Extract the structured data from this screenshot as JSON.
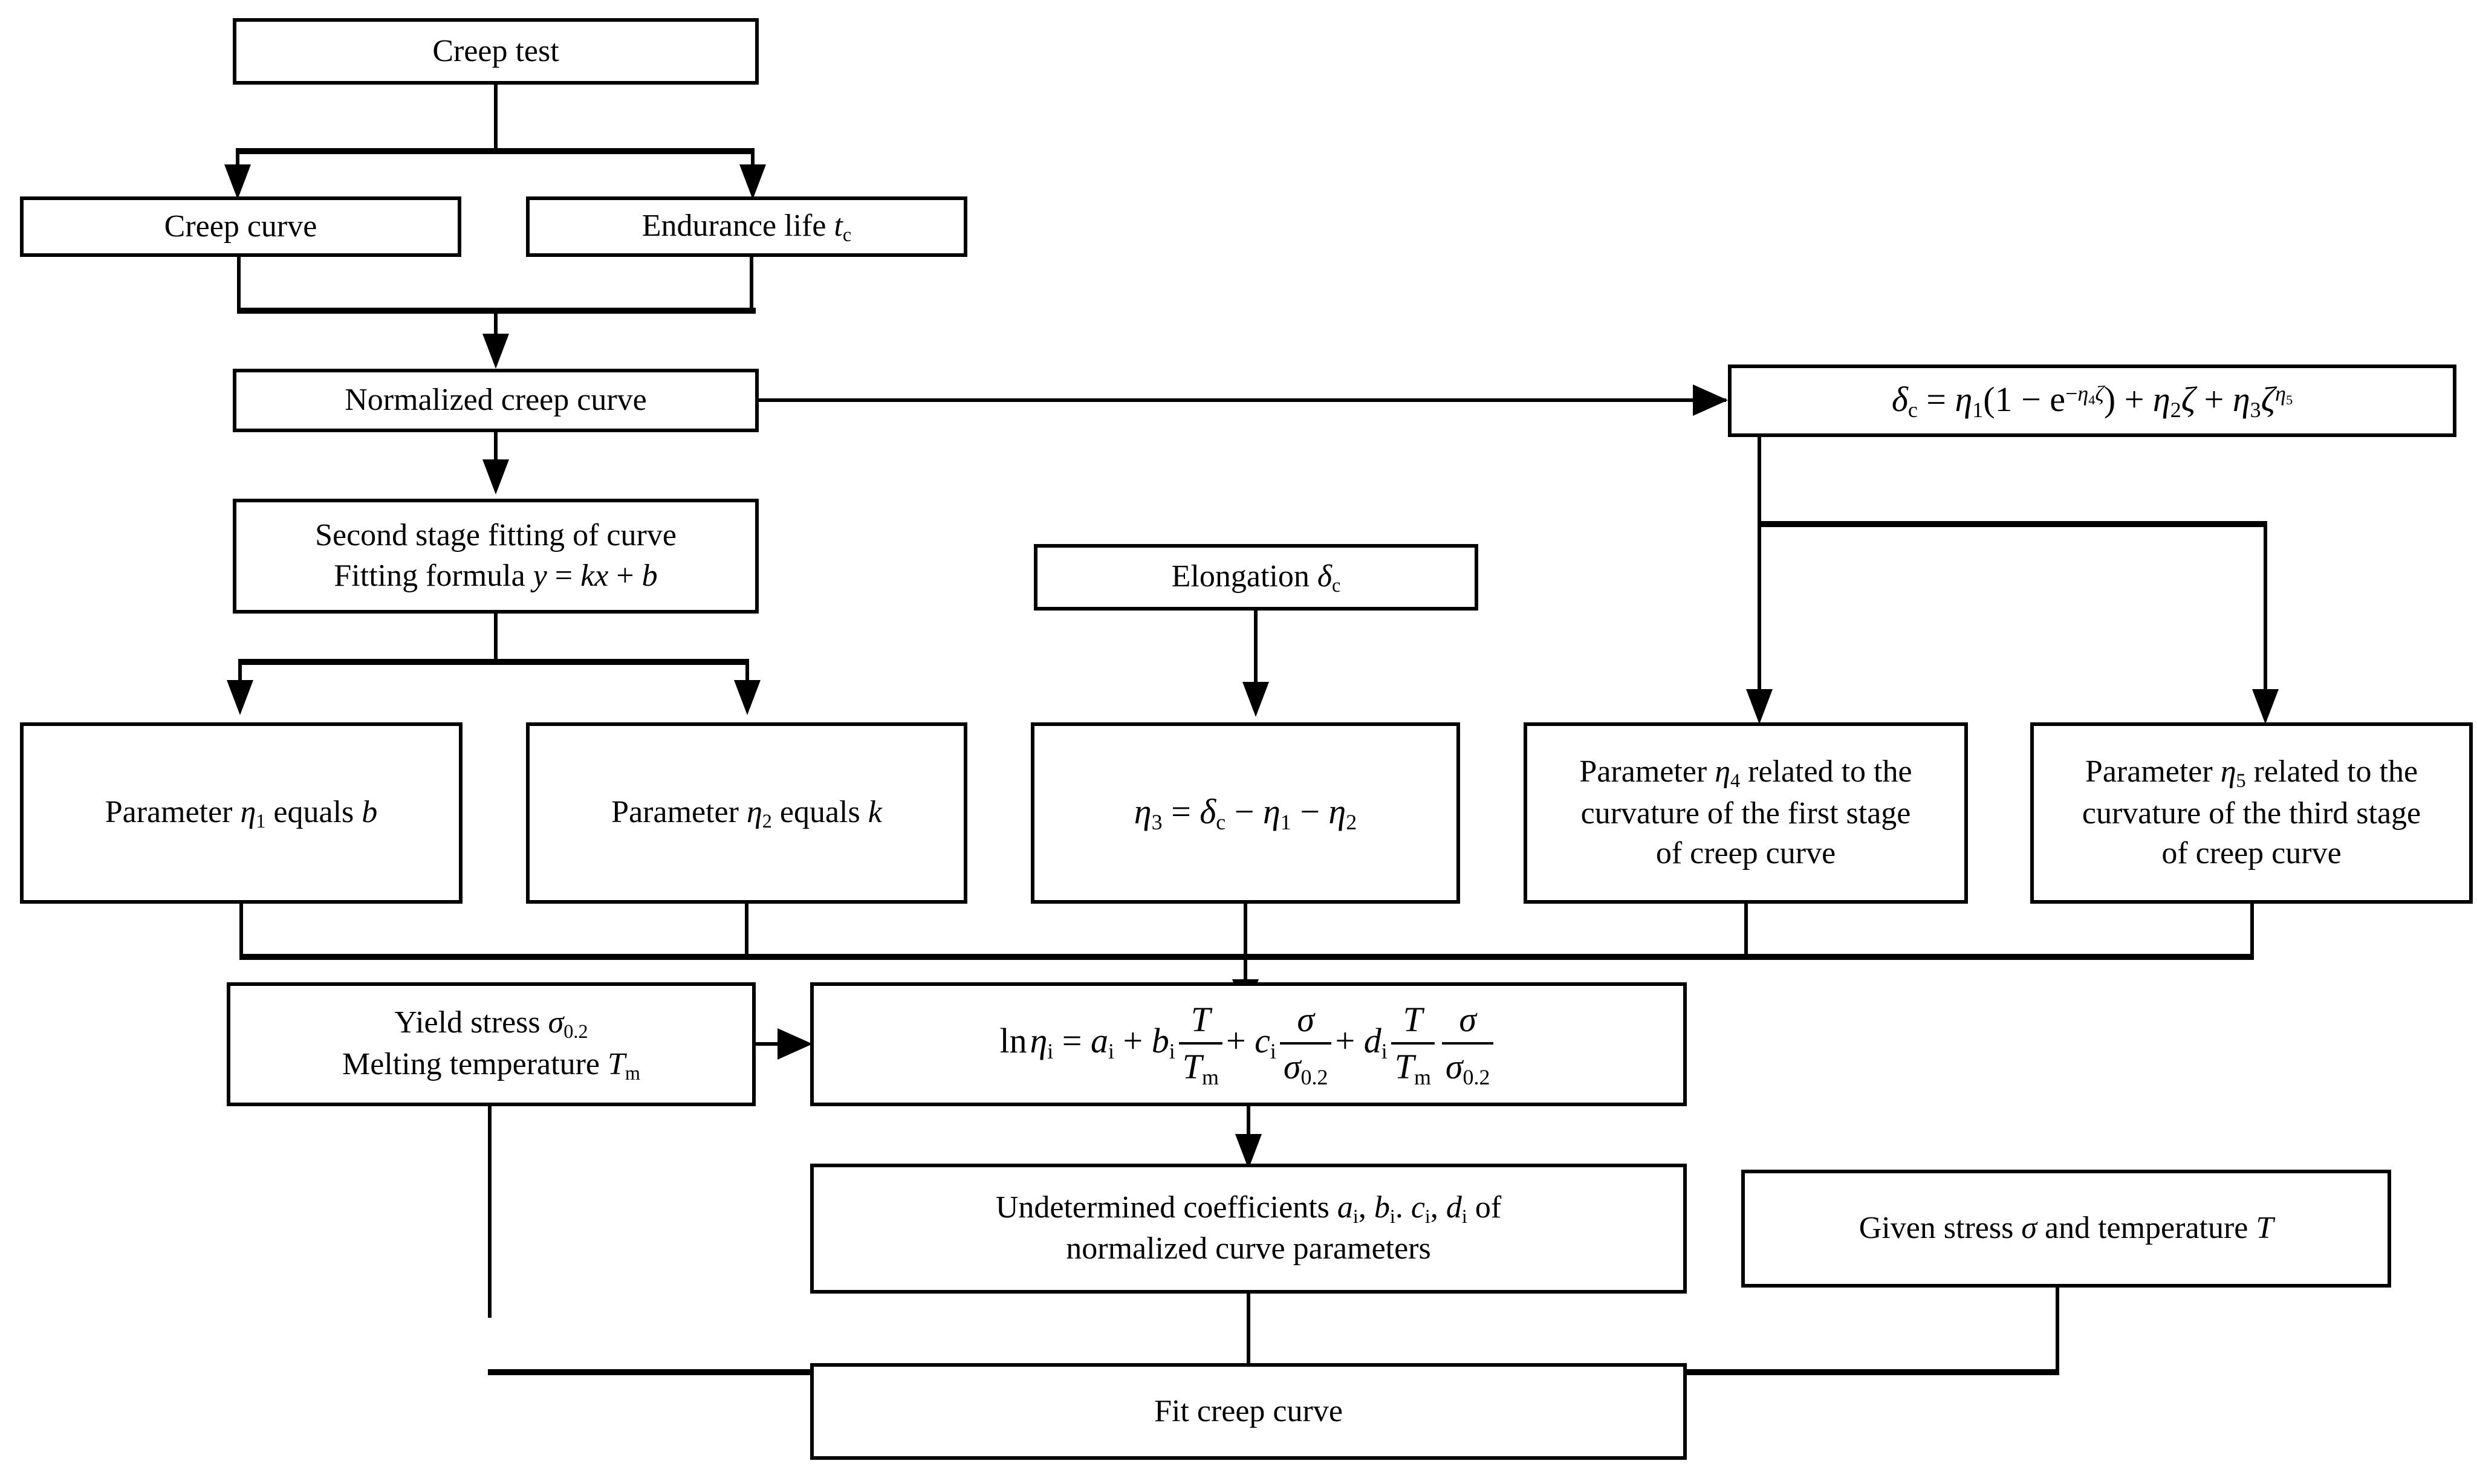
{
  "diagram": {
    "title": "Creep curve prediction flowchart",
    "line_color": "#000000",
    "box_fill": "#ffffff",
    "nodes": {
      "creep_test": {
        "label": "Creep test"
      },
      "creep_curve": {
        "label": "Creep curve"
      },
      "endurance_life": {
        "label_prefix": "Endurance life ",
        "symbol": "t",
        "symbol_sub": "c"
      },
      "normalized_creep_curve": {
        "label": "Normalized creep curve"
      },
      "delta_equation": {
        "label": "δc = η1(1 − e^−η4ζ) + η2ζ + η3ζ^η5"
      },
      "second_stage_fitting": {
        "line1": "Second stage fitting of curve",
        "line2_prefix": "Fitting formula ",
        "line2_formula": "y = kx + b"
      },
      "elongation": {
        "label_prefix": "Elongation ",
        "symbol": "δ",
        "symbol_sub": "c"
      },
      "param_eta1": {
        "prefix": "Parameter ",
        "symbol": "η",
        "sub": "1",
        "mid": " equals ",
        "value": "b"
      },
      "param_eta2": {
        "prefix": "Parameter ",
        "symbol": "η",
        "sub": "2",
        "mid": " equals ",
        "value": "k"
      },
      "eta3_equation": {
        "label": "η3 = δc − η1 − η2"
      },
      "param_eta4": {
        "prefix": "Parameter ",
        "symbol": "η",
        "sub": "4",
        "rest_line1": " related to the",
        "line2": "curvature of the first stage",
        "line3": "of creep curve"
      },
      "param_eta5": {
        "prefix": "Parameter ",
        "symbol": "η",
        "sub": "5",
        "rest_line1": " related to the",
        "line2": "curvature of the third stage",
        "line3": "of creep curve"
      },
      "yield_stress": {
        "line1_prefix": "Yield stress ",
        "line1_symbol": "σ",
        "line1_sub": "0.2",
        "line2_prefix": "Melting temperature ",
        "line2_symbol": "T",
        "line2_sub": "m"
      },
      "ln_eta_equation": {
        "label": "ln ηi = ai + bi T/Tm + ci σ/σ0.2 + di (T/Tm)(σ/σ0.2)",
        "lhs": "ln",
        "lhs_sym": "η",
        "lhs_sub": "i",
        "eq": "=",
        "a": "a",
        "plus": "+",
        "b": "b",
        "c": "c",
        "d": "d",
        "isub": "i",
        "T": "T",
        "Tm_sym": "T",
        "Tm_sub": "m",
        "sigma": "σ",
        "sigma02_sym": "σ",
        "sigma02_sub": "0.2"
      },
      "undetermined_coeffs": {
        "line1": "Undetermined coefficients aᵢ, bᵢ. cᵢ, dᵢ of",
        "line2": "normalized curve parameters",
        "l1_prefix": "Undetermined coefficients ",
        "c_a": "a",
        "c_b": "b",
        "c_c": "c",
        "c_d": "d",
        "c_sub": "i",
        "sep1": ", ",
        "sep2": ". ",
        "sep3": ", ",
        "l1_suffix": " of"
      },
      "given_stress": {
        "prefix": "Given stress ",
        "sigma": "σ",
        "mid": " and temperature ",
        "T": "T"
      },
      "fit_creep_curve": {
        "label": "Fit creep curve"
      }
    },
    "equations": {
      "delta_c": {
        "lhs_sym": "δ",
        "lhs_sub": "c",
        "eq": "=",
        "eta": "η",
        "one": "1",
        "two": "2",
        "three": "3",
        "four": "4",
        "five": "5",
        "open": "(",
        "close": ")",
        "minus": "−",
        "plus": "+",
        "digit_one": "1",
        "e": "e",
        "zeta": "ζ"
      },
      "eta3": {
        "eta": "η",
        "three": "3",
        "eq": "=",
        "delta": "δ",
        "c": "c",
        "minus": "−",
        "one": "1",
        "two": "2"
      }
    }
  }
}
